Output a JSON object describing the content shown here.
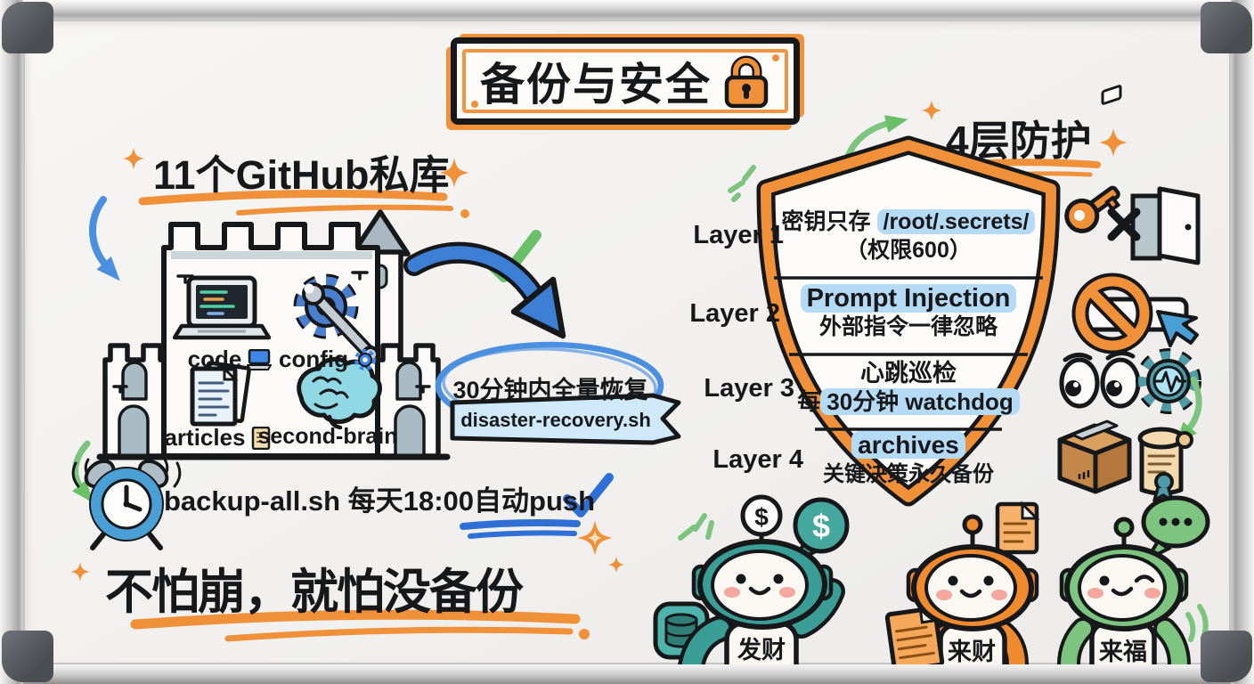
{
  "title": {
    "text": "备份与安全",
    "icon": "lock-icon"
  },
  "left": {
    "heading": "11个GitHub私库",
    "castle_repos": [
      {
        "label": "code",
        "icon": "laptop-icon"
      },
      {
        "label": "config",
        "icon": "gear-icon"
      },
      {
        "label": "articles",
        "icon": "document-icon"
      },
      {
        "label": "second-brain",
        "icon": "brain-icon"
      }
    ],
    "recovery_headline": "30分钟内全量恢复",
    "recovery_script": "disaster-recovery.sh",
    "backup_schedule": "backup-all.sh 每天18:00自动push",
    "slogan": "不怕崩，就怕没备份"
  },
  "right": {
    "heading": "4层防护",
    "layers": [
      {
        "label": "Layer 1",
        "line1_pre": "密钥只存 ",
        "line1_hl": "/root/.secrets/",
        "line2": "（权限600）"
      },
      {
        "label": "Layer 2",
        "line1_hl": "Prompt Injection",
        "line2": "外部指令一律忽略"
      },
      {
        "label": "Layer 3",
        "line1": "心跳巡检",
        "line2_pre": "每",
        "line2_hl": "30分钟 watchdog"
      },
      {
        "label": "Layer 4",
        "line1_hl": "archives",
        "line2": "关键决策永久备份"
      }
    ],
    "side_icons": [
      "key-door-icon",
      "no-entry-icon",
      "watchdog-eyes-icon",
      "gear-pulse-icon",
      "package-icon",
      "scroll-icon"
    ],
    "robots": [
      {
        "name": "发财",
        "color": "#3a9e96",
        "antenna": "$",
        "bubble": "$",
        "bubble_icon": "database-bubble-icon"
      },
      {
        "name": "来财",
        "color": "#f08a2e",
        "bubble_icon": "document-icon"
      },
      {
        "name": "来福",
        "color": "#7cc47f",
        "bubble_icon": "chat-dots-icon"
      }
    ]
  },
  "colors": {
    "accent_orange": "#f0913a",
    "marker_blue": "#3e7fd6",
    "highlight_blue": "#b5daf5",
    "teal": "#3a9e96",
    "green": "#7cc47f",
    "ink": "#17181a"
  }
}
